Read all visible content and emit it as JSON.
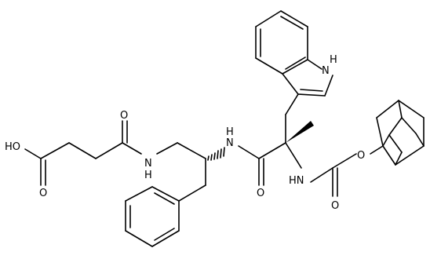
{
  "labels": {
    "ho": "HO",
    "o_acid": "O",
    "o_amide1": "O",
    "nh_left": "N",
    "nh_left_h": "H",
    "nh_mid": "N",
    "nh_mid_h": "H",
    "o_amide2": "O",
    "nh_carb": "HN",
    "o_carb": "O",
    "o_ester": "O",
    "nh_indole": "N",
    "nh_indole_h": "H"
  },
  "colors": {
    "ink": "#000000",
    "background": "#ffffff"
  }
}
